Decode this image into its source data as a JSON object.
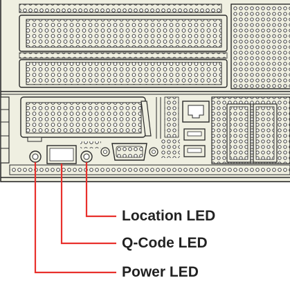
{
  "callouts": [
    {
      "label": "Location LED"
    },
    {
      "label": "Q-Code LED"
    },
    {
      "label": "Power LED"
    }
  ],
  "colors": {
    "chassis_fill": "#efefe1",
    "chassis_stroke": "#2a2a2a",
    "vent_fill": "#ffffff",
    "leader_line": "#e8302c",
    "label_text": "#222222"
  }
}
